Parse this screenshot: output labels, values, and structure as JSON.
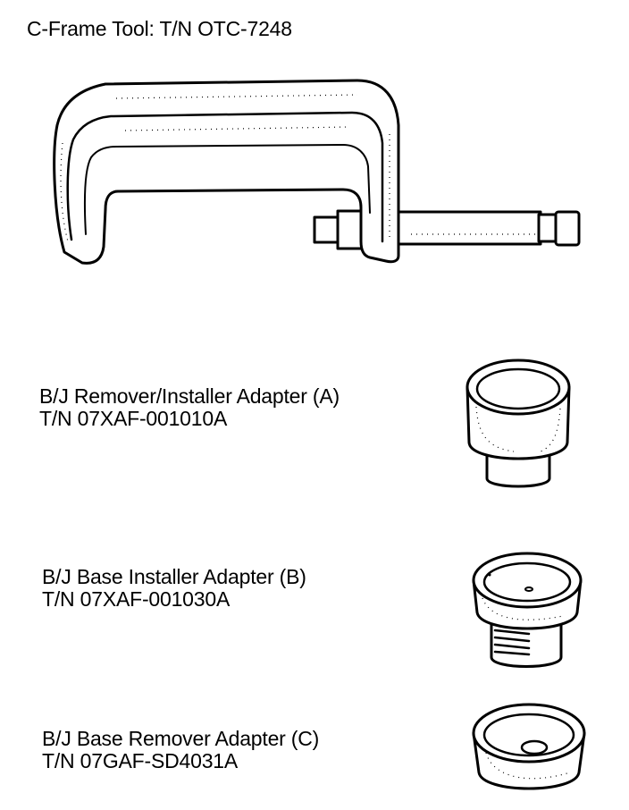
{
  "tools": [
    {
      "name": "C-Frame Tool: T/N OTC-7248"
    },
    {
      "name": "B/J Remover/Installer Adapter (A)",
      "part_number": "T/N 07XAF-001010A"
    },
    {
      "name": "B/J Base Installer Adapter (B)",
      "part_number": "T/N 07XAF-001030A"
    },
    {
      "name": "B/J Base Remover Adapter (C)",
      "part_number": "T/N 07GAF-SD4031A"
    }
  ]
}
